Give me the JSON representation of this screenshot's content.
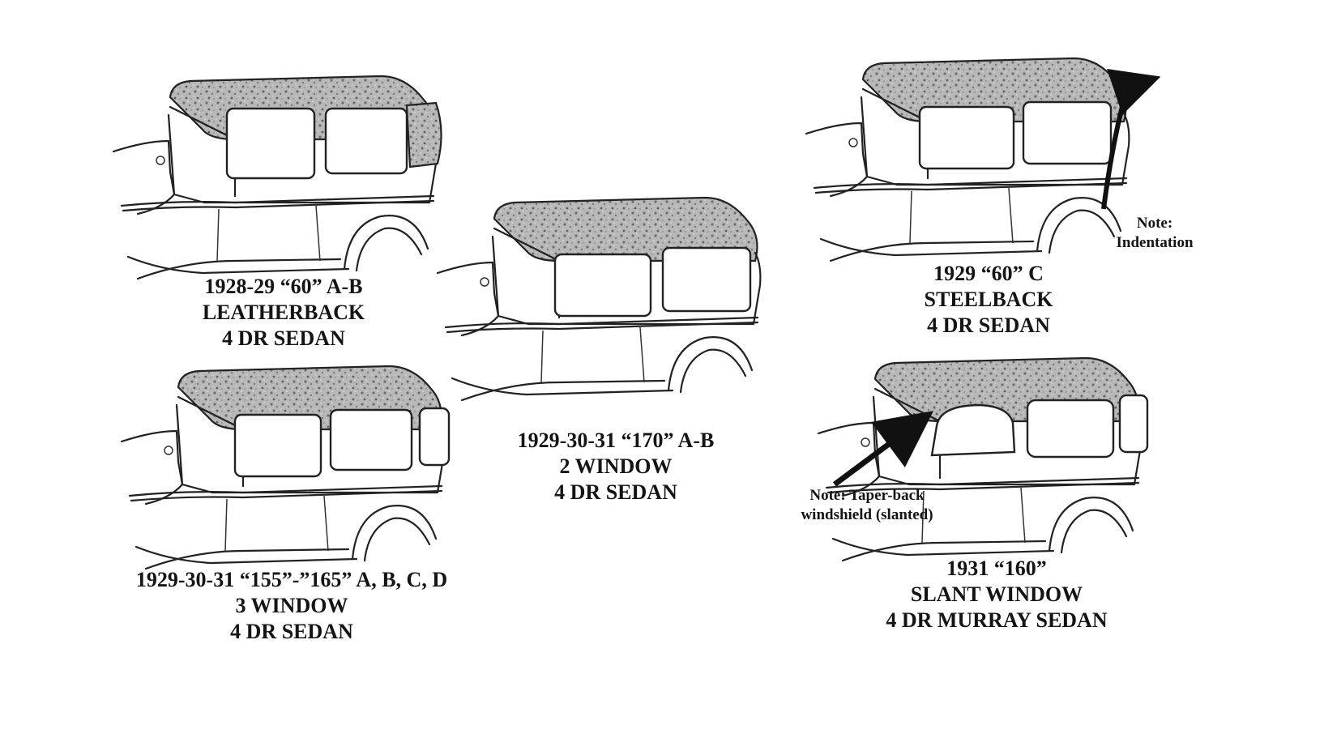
{
  "diagram": {
    "colors": {
      "ink": "#141414",
      "roof_texture": "#9a9a9a",
      "paper": "#ffffff"
    },
    "cars": [
      {
        "id": "car-1",
        "lines": [
          "1928-29 “60” A-B",
          "LEATHERBACK",
          "4 DR SEDAN"
        ]
      },
      {
        "id": "car-2",
        "lines": [
          "1929-30-31 “170” A-B",
          "2 WINDOW",
          "4 DR SEDAN"
        ]
      },
      {
        "id": "car-3",
        "lines": [
          "1929 “60” C",
          "STEELBACK",
          "4 DR SEDAN"
        ]
      },
      {
        "id": "car-4",
        "lines": [
          "1929-30-31 “155”-”165” A, B, C, D",
          "3 WINDOW",
          "4 DR SEDAN"
        ]
      },
      {
        "id": "car-5",
        "lines": [
          "1931 “160”",
          "SLANT WINDOW",
          "4 DR MURRAY SEDAN"
        ]
      }
    ],
    "notes": {
      "indentation": [
        "Note:",
        "Indentation"
      ],
      "taper_back": [
        "Note: Taper-back",
        "windshield (slanted)"
      ]
    }
  }
}
